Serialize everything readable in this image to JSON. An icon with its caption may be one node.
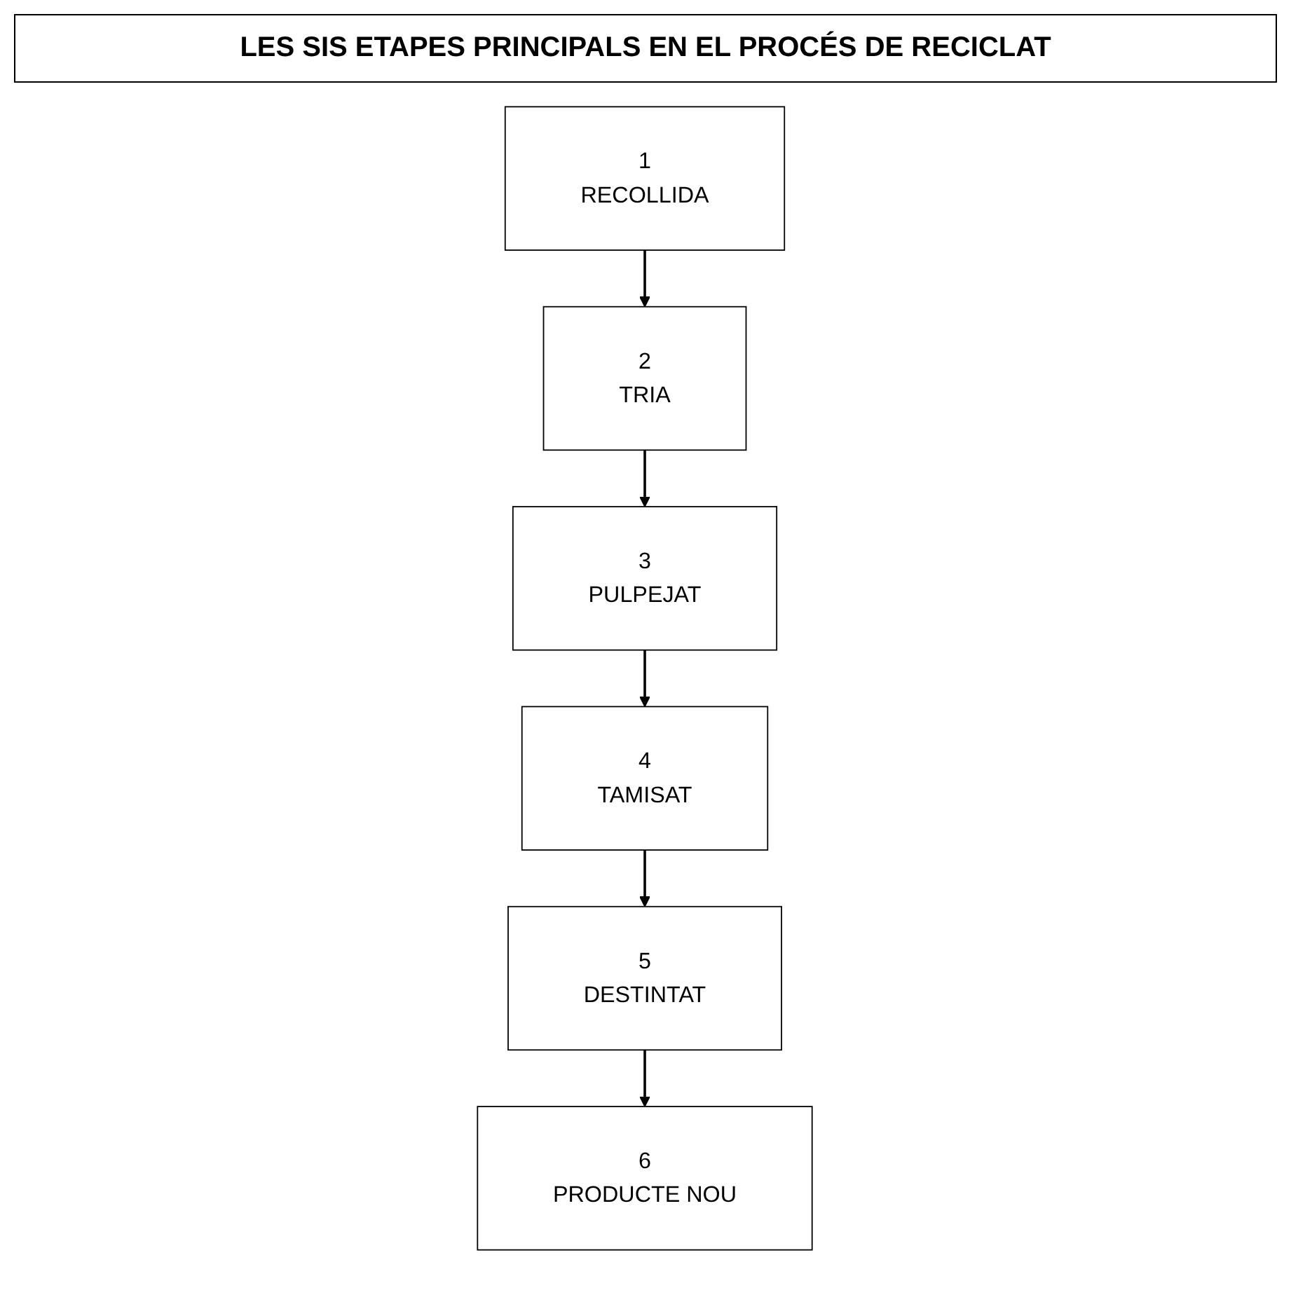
{
  "diagram": {
    "title": "LES SIS ETAPES PRINCIPALS EN EL PROCÉS DE RECICLAT",
    "nodes": [
      {
        "text": [
          "1",
          "RECOLLIDA"
        ]
      },
      {
        "text": [
          "2",
          "TRIA"
        ]
      },
      {
        "text": [
          "3",
          "PULPEJAT"
        ]
      },
      {
        "text": [
          "4",
          "TAMISAT"
        ]
      },
      {
        "text": [
          "5",
          "DESTINTAT"
        ]
      },
      {
        "text": [
          "6",
          "PRODUCTE NOU"
        ]
      }
    ],
    "edges": [
      {
        "from": 0,
        "to": 1,
        "arrow": "to"
      },
      {
        "from": 1,
        "to": 2,
        "arrow": "to"
      },
      {
        "from": 2,
        "to": 3,
        "arrow": "to"
      },
      {
        "from": 3,
        "to": 4,
        "arrow": "to"
      },
      {
        "from": 4,
        "to": 5,
        "arrow": "to"
      }
    ]
  }
}
